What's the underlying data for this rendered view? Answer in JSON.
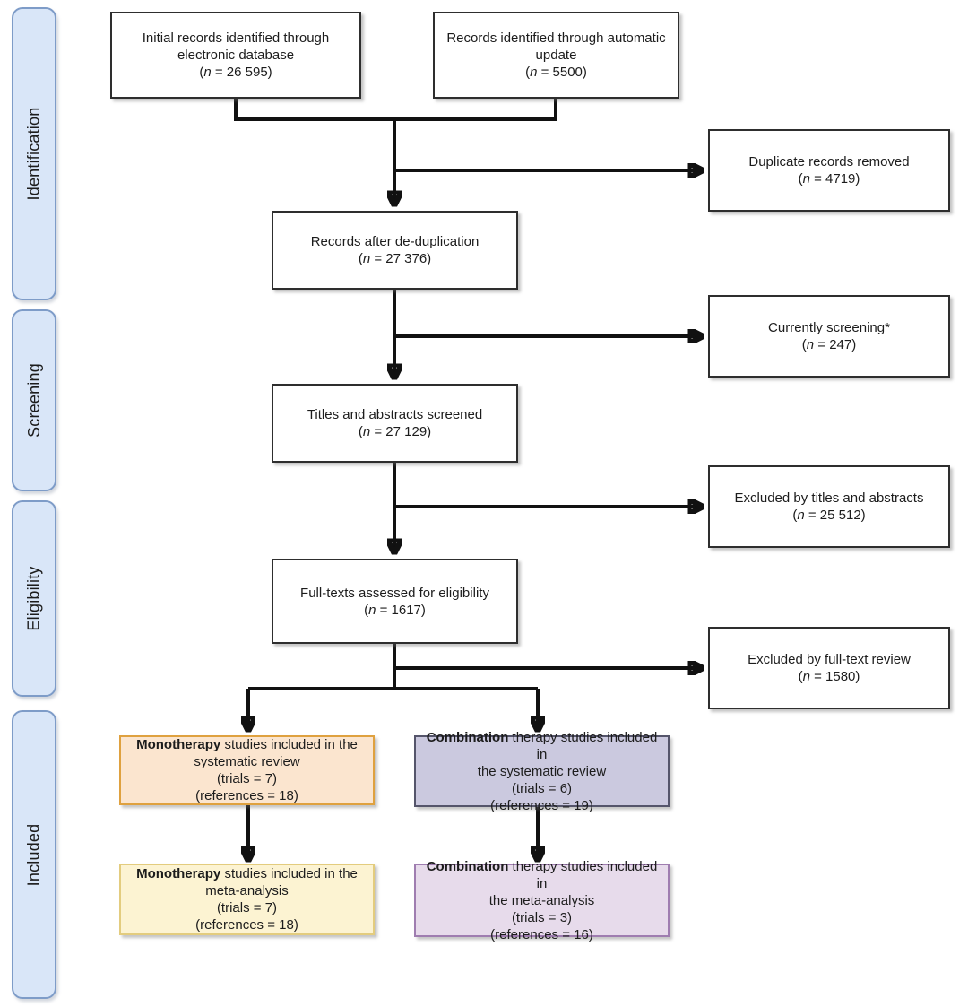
{
  "sidebar": {
    "stages": [
      {
        "id": "identification",
        "label": "Identification"
      },
      {
        "id": "screening",
        "label": "Screening"
      },
      {
        "id": "eligibility",
        "label": "Eligibility"
      },
      {
        "id": "included",
        "label": "Included"
      }
    ]
  },
  "boxes": {
    "initial_records": {
      "lines": [
        "Initial records identified through",
        "electronic database",
        "(n = 26 595)"
      ]
    },
    "auto_update": {
      "lines": [
        "Records identified through automatic",
        "update",
        "(n = 5500)"
      ]
    },
    "duplicates_removed": {
      "lines": [
        "Duplicate records removed",
        "(n = 4719)"
      ]
    },
    "after_dedup": {
      "lines": [
        "Records after de-duplication",
        "(n = 27 376)"
      ]
    },
    "currently_screening": {
      "lines": [
        "Currently screening*",
        "(n = 247)"
      ]
    },
    "titles_screened": {
      "lines": [
        "Titles and abstracts screened",
        "(n = 27 129)"
      ]
    },
    "excluded_titles": {
      "lines": [
        "Excluded by titles and abstracts",
        "(n = 25 512)"
      ]
    },
    "fulltext_assessed": {
      "lines": [
        "Full-texts assessed for eligibility",
        "(n = 1617)"
      ]
    },
    "excluded_fulltext": {
      "lines": [
        "Excluded by full-text review",
        "(n = 1580)"
      ]
    },
    "mono_systematic": {
      "lines": [
        "**Monotherapy** studies included in the",
        "systematic review",
        "(trials = 7)",
        "(references = 18)"
      ]
    },
    "combo_systematic": {
      "lines": [
        "**Combination** therapy studies included in",
        "the systematic review",
        "(trials = 6)",
        "(references = 19)"
      ]
    },
    "mono_meta": {
      "lines": [
        "**Monotherapy** studies included in the",
        "meta-analysis",
        "(trials = 7)",
        "(references = 18)"
      ]
    },
    "combo_meta": {
      "lines": [
        "**Combination** therapy studies included in",
        "the meta-analysis",
        "(trials = 3)",
        "(references = 16)"
      ]
    }
  },
  "colors": {
    "stage_fill": "#d9e6f8",
    "stage_border": "#7e9cc8",
    "box_border": "#2e2e2e",
    "arrow": "#111111",
    "mono_systematic_fill": "#fbe5cf",
    "mono_systematic_border": "#dfa13f",
    "combo_systematic_fill": "#cbc9df",
    "combo_systematic_border": "#55556b",
    "mono_meta_fill": "#fcf3d2",
    "mono_meta_border": "#e3cc7e",
    "combo_meta_fill": "#e7dbeb",
    "combo_meta_border": "#9f7db0"
  }
}
